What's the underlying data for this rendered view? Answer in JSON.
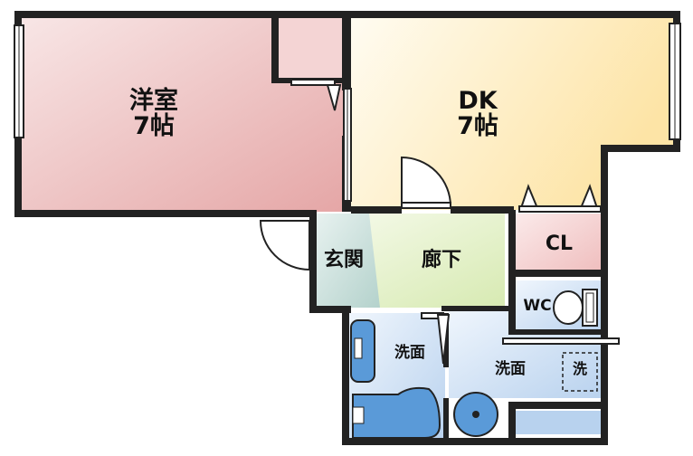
{
  "rooms": {
    "western_room": {
      "name": "洋室",
      "size": "7帖"
    },
    "dk": {
      "name": "DK",
      "size": "7帖"
    },
    "closet": "CL",
    "entrance": "玄関",
    "hallway": "廊下",
    "toilet": "WC",
    "washroom_left": "洗面",
    "washroom_right": "洗面",
    "washer": "洗"
  },
  "colors": {
    "wall": "#222222",
    "western_room": "#eec4c4",
    "dk": "#fdeeb4",
    "closet": "#f6d0d0",
    "hallway": "#e4f0c6",
    "entrance": "#c4dcd8",
    "bath": "#cfe0f4",
    "fixture": "#5a9ad8"
  }
}
